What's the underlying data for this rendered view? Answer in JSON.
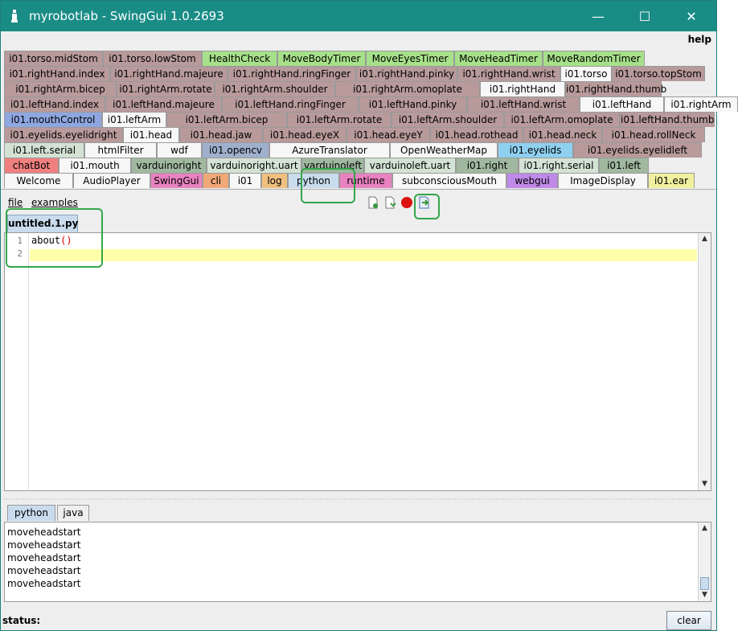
{
  "window": {
    "title": "myrobotlab - SwingGui 1.0.2693",
    "controls": {
      "minimize": "—",
      "maximize": "☐",
      "close": "✕"
    }
  },
  "menubar": {
    "help": "help"
  },
  "tab_rows": [
    [
      {
        "label": "i01.torso.midStom",
        "color": "#b89a9a"
      },
      {
        "label": "i01.torso.lowStom",
        "color": "#b89a9a"
      },
      {
        "label": "HealthCheck",
        "color": "#a7e08a"
      },
      {
        "label": "MoveBodyTimer",
        "color": "#a7e08a"
      },
      {
        "label": "MoveEyesTimer",
        "color": "#a7e08a"
      },
      {
        "label": "MoveHeadTimer",
        "color": "#a7e08a"
      },
      {
        "label": "MoveRandomTimer",
        "color": "#a7e08a"
      }
    ],
    [
      {
        "label": "i01.rightHand.index",
        "color": "#b89a9a"
      },
      {
        "label": "i01.rightHand.majeure",
        "color": "#b89a9a"
      },
      {
        "label": "i01.rightHand.ringFinger",
        "color": "#b89a9a"
      },
      {
        "label": "i01.rightHand.pinky",
        "color": "#b89a9a"
      },
      {
        "label": "i01.rightHand.wrist",
        "color": "#b89a9a"
      },
      {
        "label": "i01.torso",
        "color": "#f7f7f7"
      },
      {
        "label": "i01.torso.topStom",
        "color": "#b89a9a"
      }
    ],
    [
      {
        "label": "i01.rightArm.bicep",
        "color": "#b89a9a"
      },
      {
        "label": "i01.rightArm.rotate",
        "color": "#b89a9a"
      },
      {
        "label": "i01.rightArm.shoulder",
        "color": "#b89a9a"
      },
      {
        "label": "i01.rightArm.omoplate",
        "color": "#b89a9a"
      },
      {
        "label": "i01.rightHand",
        "color": "#f7f7f7"
      },
      {
        "label": "i01.rightHand.thumb",
        "color": "#b89a9a"
      }
    ],
    [
      {
        "label": "i01.leftHand.index",
        "color": "#b89a9a"
      },
      {
        "label": "i01.leftHand.majeure",
        "color": "#b89a9a"
      },
      {
        "label": "i01.leftHand.ringFinger",
        "color": "#b89a9a"
      },
      {
        "label": "i01.leftHand.pinky",
        "color": "#b89a9a"
      },
      {
        "label": "i01.leftHand.wrist",
        "color": "#b89a9a"
      },
      {
        "label": "i01.leftHand",
        "color": "#f7f7f7"
      },
      {
        "label": "i01.rightArm",
        "color": "#f7f7f7"
      }
    ],
    [
      {
        "label": "i01.mouthControl",
        "color": "#8fa7e0"
      },
      {
        "label": "i01.leftArm",
        "color": "#f7f7f7"
      },
      {
        "label": "i01.leftArm.bicep",
        "color": "#b89a9a"
      },
      {
        "label": "i01.leftArm.rotate",
        "color": "#b89a9a"
      },
      {
        "label": "i01.leftArm.shoulder",
        "color": "#b89a9a"
      },
      {
        "label": "i01.leftArm.omoplate",
        "color": "#b89a9a"
      },
      {
        "label": "i01.leftHand.thumb",
        "color": "#b89a9a"
      }
    ],
    [
      {
        "label": "i01.eyelids.eyelidright",
        "color": "#b89a9a"
      },
      {
        "label": "i01.head",
        "color": "#f7f7f7"
      },
      {
        "label": "i01.head.jaw",
        "color": "#b89a9a"
      },
      {
        "label": "i01.head.eyeX",
        "color": "#b89a9a"
      },
      {
        "label": "i01.head.eyeY",
        "color": "#b89a9a"
      },
      {
        "label": "i01.head.rothead",
        "color": "#b89a9a"
      },
      {
        "label": "i01.head.neck",
        "color": "#b89a9a"
      },
      {
        "label": "i01.head.rollNeck",
        "color": "#b89a9a"
      }
    ],
    [
      {
        "label": "i01.left.serial",
        "color": "#d4e2d4"
      },
      {
        "label": "htmlFilter",
        "color": "#f7f7f7"
      },
      {
        "label": "wdf",
        "color": "#f7f7f7"
      },
      {
        "label": "i01.opencv",
        "color": "#9fb0cc"
      },
      {
        "label": "AzureTranslator",
        "color": "#f7f7f7"
      },
      {
        "label": "OpenWeatherMap",
        "color": "#f7f7f7"
      },
      {
        "label": "i01.eyelids",
        "color": "#8fd0f0"
      },
      {
        "label": "i01.eyelids.eyelidleft",
        "color": "#b89a9a"
      }
    ],
    [
      {
        "label": "chatBot",
        "color": "#f08080"
      },
      {
        "label": "i01.mouth",
        "color": "#f7f7f7"
      },
      {
        "label": "varduinoright",
        "color": "#a0b8a0"
      },
      {
        "label": "varduinoright.uart",
        "color": "#d4e2d4"
      },
      {
        "label": "varduinoleft",
        "color": "#a0b8a0"
      },
      {
        "label": "varduinoleft.uart",
        "color": "#d4e2d4"
      },
      {
        "label": "i01.right",
        "color": "#a0b8a0"
      },
      {
        "label": "i01.right.serial",
        "color": "#d4e2d4"
      },
      {
        "label": "i01.left",
        "color": "#a0b8a0"
      }
    ],
    [
      {
        "label": "Welcome",
        "color": "#f7f7f7"
      },
      {
        "label": "AudioPlayer",
        "color": "#f7f7f7"
      },
      {
        "label": "SwingGui",
        "color": "#e882c0"
      },
      {
        "label": "cli",
        "color": "#f0a878"
      },
      {
        "label": "i01",
        "color": "#f7f7f7"
      },
      {
        "label": "log",
        "color": "#f0c080"
      },
      {
        "label": "python",
        "color": "#c9dcee"
      },
      {
        "label": "runtime",
        "color": "#e882c0"
      },
      {
        "label": "subconsciousMouth",
        "color": "#f7f7f7"
      },
      {
        "label": "webgui",
        "color": "#c08ae8"
      },
      {
        "label": "ImageDisplay",
        "color": "#f7f7f7"
      },
      {
        "label": "i01.ear",
        "color": "#f0f0a0"
      }
    ]
  ],
  "python_panel": {
    "menu_file": "file",
    "menu_examples": "examples",
    "toolbar_icons": [
      "new-file-icon",
      "open-file-icon",
      "stop-icon",
      "execute-icon"
    ],
    "file_tab": "untitled.1.py",
    "code_lines": [
      {
        "num": "1",
        "text": "about",
        "paren": "()"
      },
      {
        "num": "2",
        "text": "",
        "paren": ""
      }
    ],
    "output_tabs": [
      "python",
      "java"
    ],
    "output_lines": [
      "moveheadstart",
      "moveheadstart",
      "moveheadstart",
      "moveheadstart",
      "moveheadstart"
    ]
  },
  "status": {
    "label": "status:",
    "clear": "clear"
  }
}
